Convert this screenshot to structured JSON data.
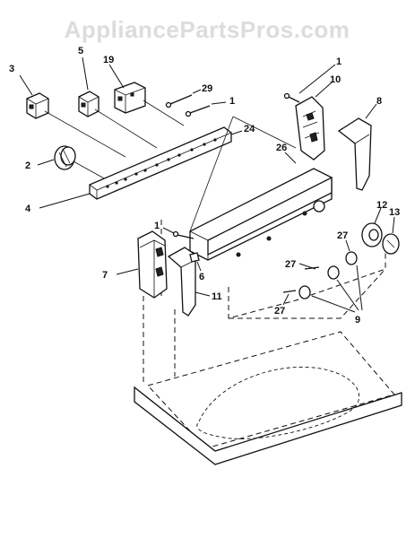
{
  "watermark": "AppliancePartsPros.com",
  "callouts": {
    "c1a": "1",
    "c1b": "1",
    "c1c": "1",
    "c2": "2",
    "c3": "3",
    "c4": "4",
    "c5": "5",
    "c6": "6",
    "c7": "7",
    "c8": "8",
    "c9": "9",
    "c10": "10",
    "c11": "11",
    "c12": "12",
    "c13": "13",
    "c19": "19",
    "c24": "24",
    "c26": "26",
    "c27a": "27",
    "c27b": "27",
    "c27c": "27",
    "c29": "29"
  }
}
